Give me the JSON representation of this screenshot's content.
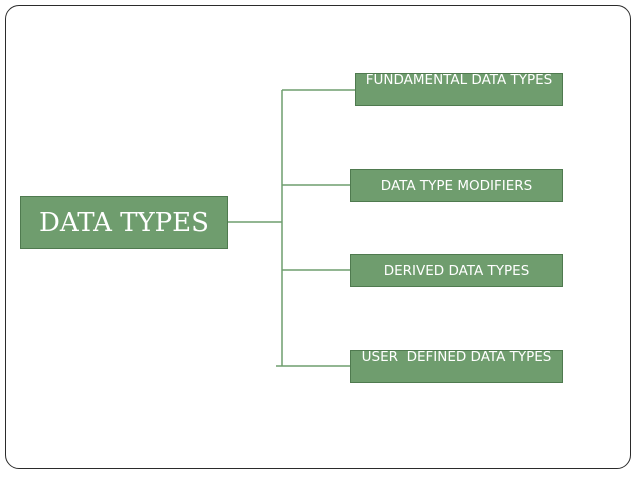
{
  "diagram": {
    "root": {
      "label": "DATA TYPES"
    },
    "children": [
      {
        "label": "FUNDAMENTAL DATA TYPES"
      },
      {
        "label": "DATA TYPE MODIFIERS"
      },
      {
        "label": "DERIVED DATA TYPES"
      },
      {
        "label": "USER  DEFINED DATA TYPES"
      }
    ]
  },
  "colors": {
    "box_fill": "#6f9d6e",
    "box_border": "#4f7a4f",
    "box_text": "#ffffff",
    "connector": "#6f9d6e"
  }
}
